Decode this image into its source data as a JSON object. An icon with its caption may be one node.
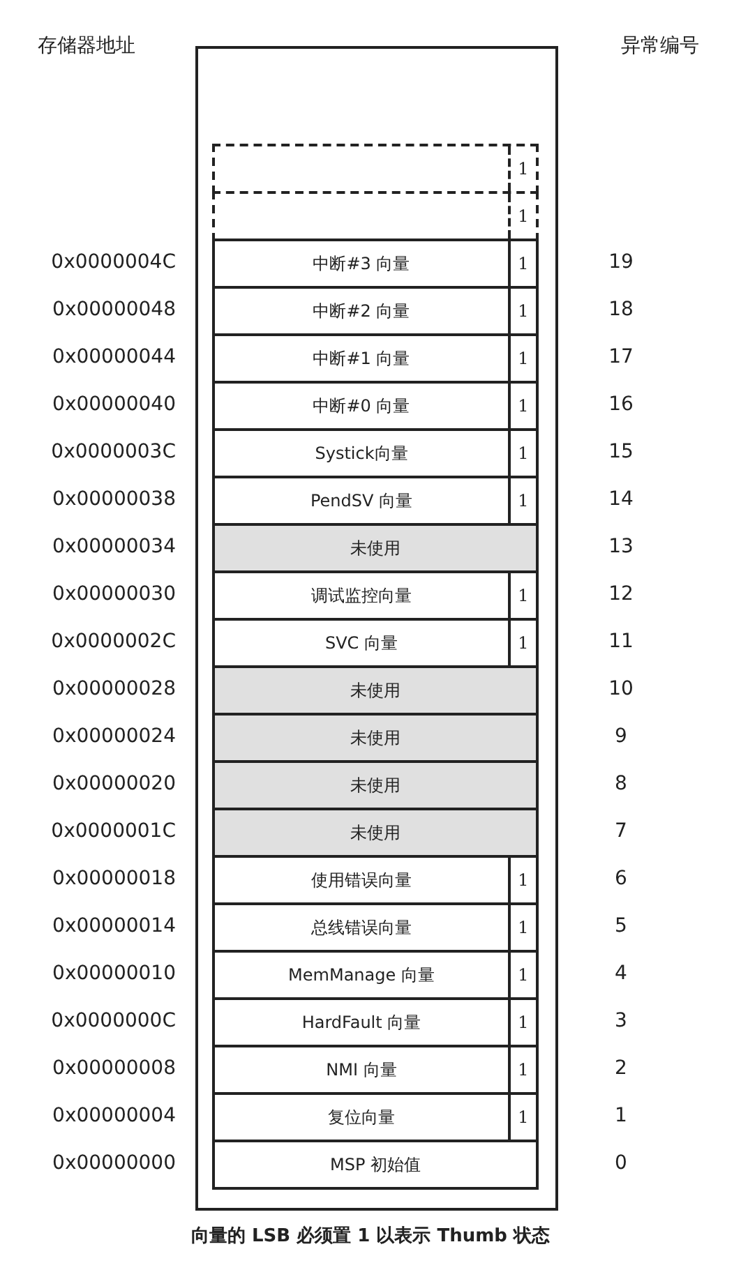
{
  "diagram": {
    "caption": "向量的 LSB 必须置 1 以表示 Thumb 状态",
    "nodes": [
      {
        "text": [],
        "shape": "box"
      },
      {
        "text": [],
        "shape": "box",
        "in": 0
      },
      {
        "text": [
          "1"
        ],
        "in": 1
      },
      {
        "text": [],
        "shape": "box",
        "in": 0
      },
      {
        "text": [
          "1"
        ],
        "in": 3
      },
      {
        "text": [
          "中断#3 向量"
        ],
        "in": 0
      },
      {
        "text": [
          "1"
        ],
        "in": 5
      },
      {
        "text": [
          "中断#2 向量"
        ],
        "in": 0
      },
      {
        "text": [
          "1"
        ],
        "in": 7
      },
      {
        "text": [
          "中断#1 向量"
        ],
        "in": 0
      },
      {
        "text": [
          "1"
        ],
        "in": 9
      },
      {
        "text": [
          "中断#0 向量"
        ],
        "in": 0
      },
      {
        "text": [
          "1"
        ],
        "in": 11
      },
      {
        "text": [
          "Systick向量"
        ],
        "in": 0
      },
      {
        "text": [
          "1"
        ],
        "in": 13
      },
      {
        "text": [
          "PendSV 向量"
        ],
        "in": 0
      },
      {
        "text": [
          "1"
        ],
        "in": 15
      },
      {
        "text": [
          "未使用"
        ],
        "in": 0
      },
      {
        "text": [
          "调试监控向量"
        ],
        "in": 0
      },
      {
        "text": [
          "1"
        ],
        "in": 18
      },
      {
        "text": [
          "SVC 向量"
        ],
        "in": 0
      },
      {
        "text": [
          "1"
        ],
        "in": 20
      },
      {
        "text": [
          "未使用"
        ],
        "in": 0
      },
      {
        "text": [
          "未使用"
        ],
        "in": 0
      },
      {
        "text": [
          "未使用"
        ],
        "in": 0
      },
      {
        "text": [
          "未使用"
        ],
        "in": 0
      },
      {
        "text": [
          "使用错误向量"
        ],
        "in": 0
      },
      {
        "text": [
          "1"
        ],
        "in": 26
      },
      {
        "text": [
          "总线错误向量"
        ],
        "in": 0
      },
      {
        "text": [
          "1"
        ],
        "in": 28
      },
      {
        "text": [
          "MemManage 向量"
        ],
        "in": 0
      },
      {
        "text": [
          "1"
        ],
        "in": 30
      },
      {
        "text": [
          "HardFault 向量"
        ],
        "in": 0
      },
      {
        "text": [
          "1"
        ],
        "in": 32
      },
      {
        "text": [
          "NMI 向量"
        ],
        "in": 0
      },
      {
        "text": [
          "1"
        ],
        "in": 34
      },
      {
        "text": [
          "复位向量"
        ],
        "in": 0
      },
      {
        "text": [
          "1"
        ],
        "in": 36
      },
      {
        "text": [
          "MSP 初始值"
        ],
        "in": 0
      }
    ],
    "labels": [
      "存储器地址",
      "异常编号",
      "0x0000004C",
      "19",
      "0x00000048",
      "18",
      "0x00000044",
      "17",
      "0x00000040",
      "16",
      "0x0000003C",
      "15",
      "0x00000038",
      "14",
      "0x00000034",
      "13",
      "0x00000030",
      "12",
      "0x0000002C",
      "11",
      "0x00000028",
      "10",
      "0x00000024",
      "9",
      "0x00000020",
      "8",
      "0x0000001C",
      "7",
      "0x00000018",
      "6",
      "0x00000014",
      "5",
      "0x00000010",
      "4",
      "0x0000000C",
      "3",
      "0x00000008",
      "2",
      "0x00000004",
      "1",
      "0x00000000",
      "0"
    ]
  }
}
